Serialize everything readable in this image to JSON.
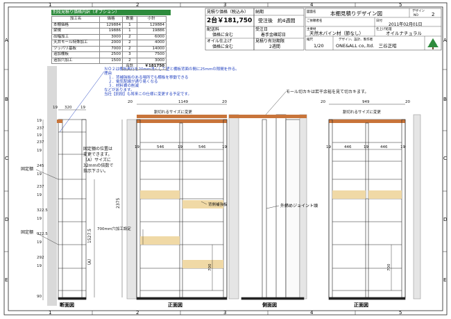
{
  "frame": {
    "col_numbers": [
      "1",
      "2",
      "3",
      "4",
      "5"
    ],
    "row_letters": [
      "A",
      "B",
      "C",
      "D",
      "E"
    ]
  },
  "price_table": {
    "title": "別段見積り価格内訳（オプション）",
    "headers": [
      "加工名",
      "価格",
      "数量",
      "小計"
    ],
    "rows": [
      {
        "name": "本棚価格",
        "price": "129884",
        "qty": "1",
        "sub": "129884"
      },
      {
        "name": "梁規",
        "price": "19886",
        "qty": "1",
        "sub": "19886"
      },
      {
        "name": "出幅加工",
        "price": "3000",
        "qty": "2",
        "sub": "6000"
      },
      {
        "name": "天井モール特殊加工",
        "price": "2000",
        "qty": "2",
        "sub": "4000"
      },
      {
        "name": "ツッパリ基板",
        "price": "7000",
        "qty": "2",
        "sub": "14000"
      },
      {
        "name": "追加棚板",
        "price": "2500",
        "qty": "3",
        "sub": "7500"
      },
      {
        "name": "追加穴加工",
        "price": "1500",
        "qty": "2",
        "sub": "3000"
      }
    ],
    "total_label": "合計",
    "total_value": "￥181750"
  },
  "estimate": {
    "price_label": "見積り価格（税込み）",
    "price_value": "2台￥181,750",
    "delivery_label": "配送料",
    "delivery_value": "価格に含む",
    "oil_label": "オイル仕上げ",
    "oil_value": "価格に含む",
    "lead_label": "納期",
    "lead_value": "受注後　約4週間",
    "order_label": "受注日",
    "order_value": "着手金確認日",
    "valid_label": "見積り有効期限",
    "valid_value": "2週間"
  },
  "title_block": {
    "drawing_name_label": "図面名",
    "drawing_name": "本棚見積りデザイン図",
    "design_no_label": "デザイン",
    "design_no_label2": "NO",
    "design_no": "2",
    "customer_label": "ご依頼者名",
    "date_label": "日付",
    "date_value": "2011年02月01日",
    "material_label": "主要材",
    "material_value": "天然木パイン材（節なし）",
    "finish_label": "仕上げ処理",
    "finish_value": "オイルナチュラル",
    "scale_label": "縮尺",
    "scale_value": "1/20",
    "maker_label": "デザイン、設計、製作者",
    "maker_value": "ONE&ALL co,.ltd.　三谷正昭"
  },
  "notes": {
    "lines": [
      "ＮＯ２は棚板奥行を20mm浅くして壁と棚板背面の間に25mmの隙間を作る。",
      "理由",
      "１．背補強板のある場所でも棚板を移動できる",
      "２．電気配線が通り易くなる",
      "３．材料費の削減",
      "などがあります。",
      "当社【別段】も将来この仕様に変更する予定です。"
    ],
    "mould_note": "モール切カキは若干余裕を見て切カキます。"
  },
  "annotations": {
    "fixed_shelf_note_lines": [
      "固定棚の位置は",
      "変更できます。",
      "（A）サイズに",
      "32mmの倍数で",
      "指示下さい。"
    ],
    "fixed_shelf_1": "固定棚",
    "fixed_shelf_2": "固定棚",
    "hole_note": "700mm穴加工設定",
    "back_brace": "背側補強板",
    "joint_note": "外締めジョイント頭",
    "cut_size_1": "割切れるサイズに変更",
    "cut_size_2": "割切れるサイズに変更",
    "a_mark": "（A）"
  },
  "dimensions": {
    "side_width": "320",
    "side_19a": "19",
    "side_19b": "19",
    "w1149": "1149",
    "w20a": "20",
    "w20b": "20",
    "w949": "949",
    "w20c": "20",
    "w20d": "20",
    "w546a": "546",
    "w546b": "546",
    "w19_f1a": "19",
    "w19_f1b": "19",
    "w19_f1c": "19",
    "w446a": "446",
    "w446b": "446",
    "w19_f2a": "19",
    "w19_f2b": "19",
    "w19_f2c": "19",
    "h2375": "2375",
    "h1527": "1527.5",
    "h700a": "700",
    "h700b": "700",
    "side_heights": [
      "19",
      "237",
      "19",
      "237",
      "19",
      "245",
      "19",
      "237",
      "19",
      "322.5",
      "19",
      "322.5",
      "19",
      "292",
      "19",
      "90"
    ]
  },
  "views": {
    "section": "断面図",
    "front1": "正面図",
    "side": "側面図",
    "front2": "正面図"
  }
}
